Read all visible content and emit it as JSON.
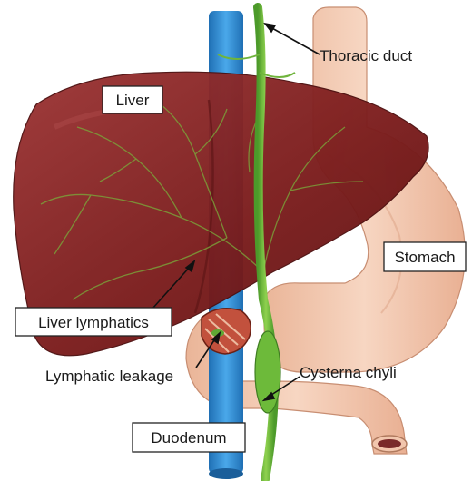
{
  "labels": {
    "liver": "Liver",
    "thoracic_duct": "Thoracic duct",
    "stomach": "Stomach",
    "liver_lymphatics": "Liver lymphatics",
    "lymphatic_leakage": "Lymphatic leakage",
    "cisterna_chyli": "Cysterna chyli",
    "duodenum": "Duodenum"
  },
  "colors": {
    "liver": "#7d1f1f",
    "liver_highlight": "#a53a3a",
    "stomach": "#f3c7ad",
    "stomach_shadow": "#dca184",
    "vessel_blue": "#2f8fd6",
    "lymph_green": "#6fb43c",
    "lymph_dark": "#3f7d22"
  }
}
